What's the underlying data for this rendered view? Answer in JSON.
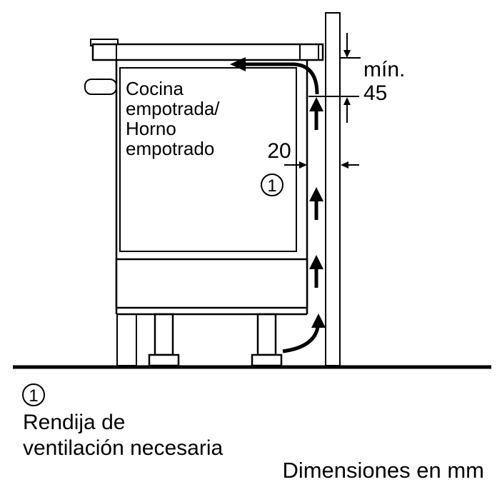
{
  "diagram": {
    "cabinet_label": {
      "line1": "Cocina",
      "line2": "empotrada/",
      "line3": "Horno",
      "line4": "empotrado"
    },
    "dimensions": {
      "gap_value": "20",
      "min_prefix": "mín.",
      "min_value": "45"
    },
    "callout": "1",
    "colors": {
      "wall": "#9d9d9d",
      "cavity": "#ececec",
      "panel": "#9d9d9d",
      "line": "#000000",
      "background": "#ffffff"
    }
  },
  "legend": {
    "callout": "1",
    "line1": "Rendija de",
    "line2": "ventilación necesaria"
  },
  "footer": {
    "note": "Dimensiones en mm"
  }
}
